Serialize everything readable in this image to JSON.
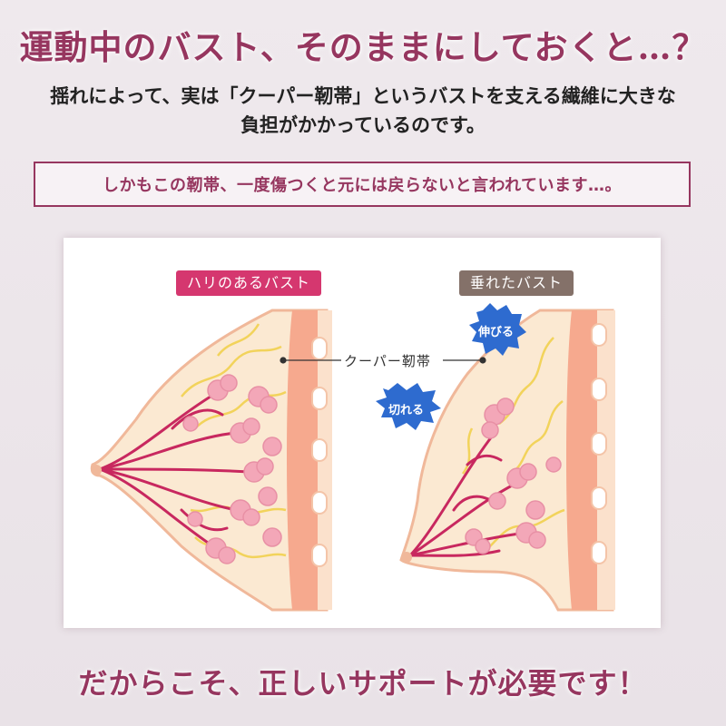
{
  "headline": "運動中のバスト、そのままにしておくと…？",
  "intro_line1": "揺れによって、実は「クーパー靭帯」というバストを支える繊維に大きな",
  "intro_line2": "負担がかかっているのです。",
  "notice": "しかもこの靭帯、一度傷つくと元には戻らないと言われています…。",
  "diagram": {
    "label_firm": "ハリのあるバスト",
    "label_sag": "垂れたバスト",
    "label_ligament": "クーパー靭帯",
    "label_stretch": "伸びる",
    "label_torn": "切れる"
  },
  "footer": "だからこそ、正しいサポートが必要です！",
  "colors": {
    "accent": "#96365f",
    "pink": "#d5376f",
    "brown": "#847169",
    "burst": "#2e6bcf",
    "skin": "#fbe9d2",
    "outline": "#f0b89a",
    "muscle": "#f6a98e",
    "ligament": "#f2d35b",
    "duct": "#c8285f",
    "lobule": "#f3a7b8"
  }
}
